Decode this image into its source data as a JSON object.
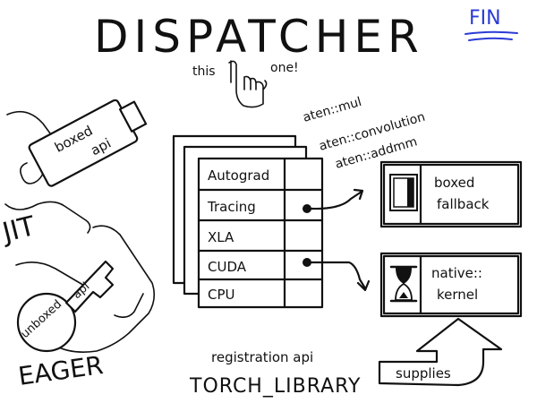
{
  "title": "DISPATCHER",
  "corner_mark": "FIN",
  "colors": {
    "ink": "#111111",
    "fin": "#2b3bd6",
    "background": "#ffffff"
  },
  "pointer_note": {
    "left": "this",
    "right": "one!"
  },
  "ops": [
    "aten::mul",
    "aten::convolution",
    "aten::addmm"
  ],
  "dispatch_table": {
    "rows": [
      "Autograd",
      "Tracing",
      "XLA",
      "CUDA",
      "CPU"
    ]
  },
  "targets": {
    "boxed": {
      "line1": "boxed",
      "line2": "fallback",
      "icon": "box-icon"
    },
    "native": {
      "line1": "native::",
      "line2": "kernel",
      "icon": "hourglass-icon"
    }
  },
  "left": {
    "key_jit": {
      "label_line1": "boxed",
      "label_line2": "api"
    },
    "jit_label": "JIT",
    "key_eager": {
      "label_line1": "unboxed",
      "label_line2": "api"
    },
    "eager_label": "EAGER"
  },
  "bottom": {
    "registration": "registration api",
    "library": "TORCH_LIBRARY",
    "supplies": "supplies"
  }
}
